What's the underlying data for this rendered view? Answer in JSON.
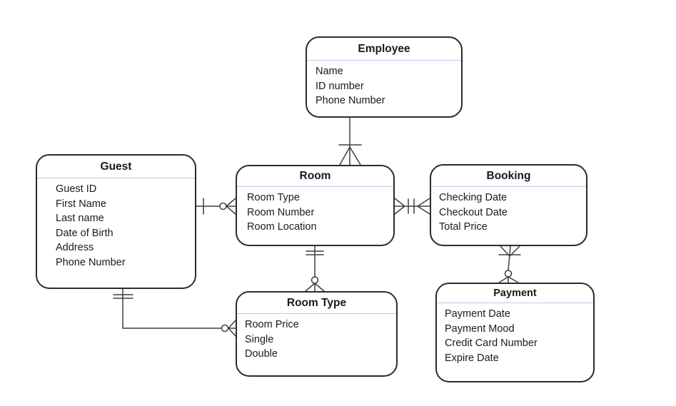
{
  "diagram_type": "entity-relationship-diagram",
  "colors": {
    "background": "#ffffff",
    "entity_border": "#2b2b2b",
    "title_divider": "#b8cbe8",
    "connector_line": "#3f3f3f",
    "text": "#1a1a1a"
  },
  "entities": [
    {
      "id": "employee",
      "title": "Employee",
      "attributes": [
        "Name",
        "ID number",
        "Phone Number"
      ]
    },
    {
      "id": "guest",
      "title": "Guest",
      "attributes": [
        "Guest ID",
        "First Name",
        "Last name",
        "Date of Birth",
        "Address",
        "Phone Number"
      ]
    },
    {
      "id": "room",
      "title": "Room",
      "attributes": [
        "Room Type",
        "Room Number",
        "Room Location"
      ]
    },
    {
      "id": "booking",
      "title": "Booking",
      "attributes": [
        "Checking Date",
        "Checkout Date",
        "Total Price"
      ]
    },
    {
      "id": "room_type",
      "title": "Room Type",
      "attributes": [
        "Room Price",
        "Single",
        "Double"
      ]
    },
    {
      "id": "payment",
      "title": "Payment",
      "attributes": [
        "Payment Date",
        "Payment Mood",
        "Credit Card Number",
        "Expire Date"
      ]
    }
  ],
  "relationships": [
    {
      "from": "Employee",
      "to": "Room",
      "from_cardinality": "none",
      "to_cardinality": "one-or-many"
    },
    {
      "from": "Guest",
      "to": "Room",
      "from_cardinality": "one",
      "to_cardinality": "zero-or-many"
    },
    {
      "from": "Room",
      "to": "Booking",
      "from_cardinality": "one-or-many",
      "to_cardinality": "one-or-many"
    },
    {
      "from": "Room",
      "to": "Room Type",
      "from_cardinality": "exactly-one",
      "to_cardinality": "zero-or-many"
    },
    {
      "from": "Booking",
      "to": "Payment",
      "from_cardinality": "one-or-many",
      "to_cardinality": "zero-or-many"
    },
    {
      "from": "Guest",
      "to": "Room Type",
      "from_cardinality": "exactly-one",
      "to_cardinality": "zero-or-many"
    }
  ]
}
